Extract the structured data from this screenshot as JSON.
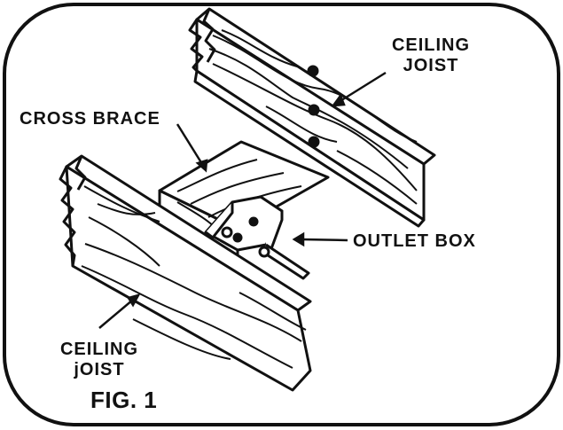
{
  "labels": {
    "ceiling_joist_top_line1": "CEILING",
    "ceiling_joist_top_line2": "JOIST",
    "cross_brace": "CROSS BRACE",
    "outlet_box": "OUTLET BOX",
    "ceiling_joist_bottom_line1": "CEILING",
    "ceiling_joist_bottom_line2": "jOIST",
    "figure_caption": "FIG. 1"
  },
  "colors": {
    "line": "#111111",
    "background": "#ffffff"
  }
}
